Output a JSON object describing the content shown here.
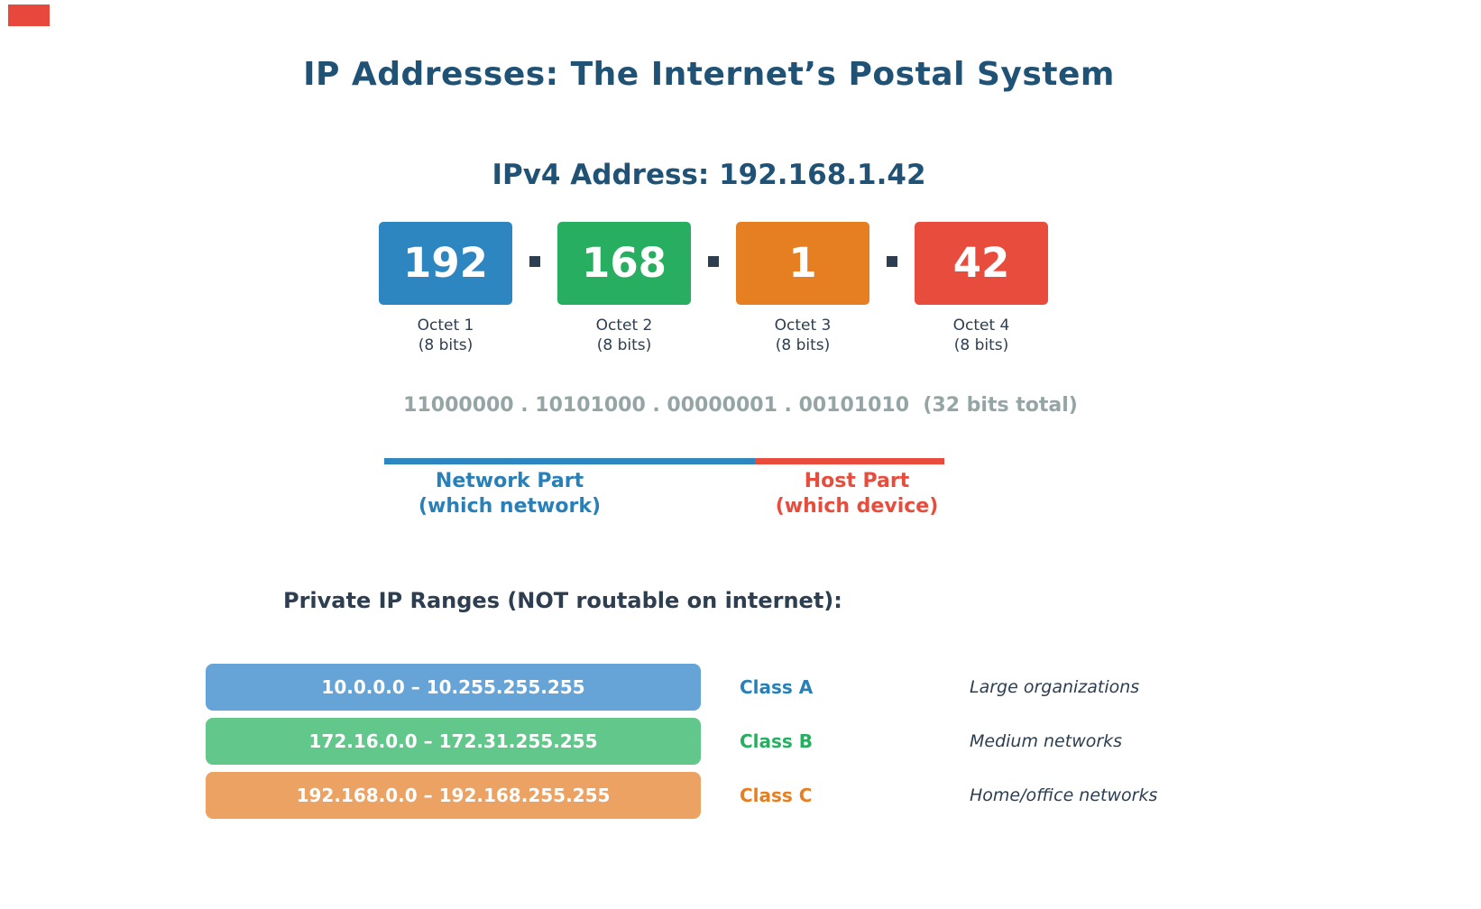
{
  "page": {
    "title": "IP Addresses: The Internet’s Postal System"
  },
  "colors": {
    "heading_navy": "#1f5274",
    "dark_text": "#2c3e50",
    "binary_gray": "#95a5a6",
    "corner_marker_red": "#e8483b"
  },
  "ipv4": {
    "heading": "IPv4 Address: 192.168.1.42",
    "separator": ".",
    "octets": [
      {
        "value": "192",
        "label": "Octet 1",
        "sublabel": "(8 bits)",
        "color": "#2e86c1"
      },
      {
        "value": "168",
        "label": "Octet 2",
        "sublabel": "(8 bits)",
        "color": "#28ae60"
      },
      {
        "value": "1",
        "label": "Octet 3",
        "sublabel": "(8 bits)",
        "color": "#e67e22"
      },
      {
        "value": "42",
        "label": "Octet 4",
        "sublabel": "(8 bits)",
        "color": "#e74c3c"
      }
    ],
    "binary": "11000000 . 10101000 . 00000001 . 00101010  (32 bits total)"
  },
  "parts": {
    "network": {
      "label": "Network Part",
      "sublabel": "(which network)",
      "text_color": "#2980b9",
      "line_color": "#2e86c1"
    },
    "host": {
      "label": "Host Part",
      "sublabel": "(which device)",
      "text_color": "#e74c3c",
      "line_color": "#e74c3c"
    }
  },
  "private_ranges": {
    "heading": "Private IP Ranges (NOT routable on internet):",
    "rows": [
      {
        "range": "10.0.0.0 – 10.255.255.255",
        "class": "Class A",
        "description": "Large organizations",
        "bar_color": "#66a4d8",
        "class_color": "#2980b9"
      },
      {
        "range": "172.16.0.0 – 172.31.255.255",
        "class": "Class B",
        "description": "Medium networks",
        "bar_color": "#62c78a",
        "class_color": "#27ae60"
      },
      {
        "range": "192.168.0.0 – 192.168.255.255",
        "class": "Class C",
        "description": "Home/office networks",
        "bar_color": "#eba263",
        "class_color": "#e67e22"
      }
    ]
  }
}
